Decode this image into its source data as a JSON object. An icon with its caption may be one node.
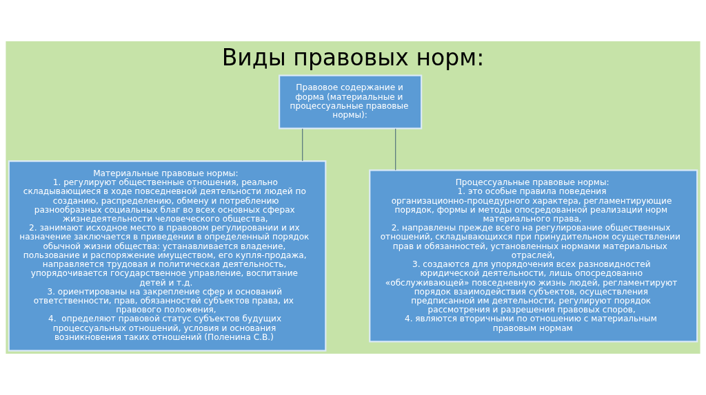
{
  "diagram": {
    "title": "Виды правовых норм:",
    "nodes": [
      {
        "text": [
          "Правовое содержание и форма (материальные и процессуальные правовые нормы):"
        ]
      },
      {
        "text": [
          "Материальные правовые нормы:",
          "1. регулируют общественные отношения, реально складывающиеся в ходе повседневной деятельности людей по созданию, распределению, обмену и потреблению разнообразных социальных благ во всех основных сферах жизнедеятельности человеческого общества,",
          "2. занимают исходное место в правовом регулировании и их назначение заключается в приведении в определенный порядок обычной жизни общества: устанавливается владение, пользование и распоряжение имуществом, его купля-продажа, направляется трудовая и политическая деятельность, упорядочивается государственное управление, воспитание детей и т.д.",
          "3. ориентированы на закрепление сфер и оснований ответственности, прав, обязанностей субъектов права, их правового положения,",
          "4.  определяют правовой статус субъектов будущих процессуальных отношений, условия и основания возникновения таких отношений (Поленина С.В.)"
        ]
      },
      {
        "text": [
          "Процессуальные правовые нормы:",
          "1. это особые правила поведения организационно-процедурного характера, регламентирующие порядок, формы и методы опосредованной реализации норм материального права,",
          "2. направлены прежде всего на регулирование общественных отношений, складывающихся при принудительном осуществлении прав и обязанностей, установленных нормами материальных отраслей,",
          "3. создаются для упорядочения всех разновидностей юридической деятельности, лишь опосредованно «обслуживающей» повседневную жизнь людей, регламентируют порядок взаимодействия субъектов, осуществления предписанной им деятельности, регулируют порядок рассмотрения и разрешения правовых споров,",
          "4. являются вторичными по отношению с материальным правовым нормам"
        ]
      }
    ],
    "edges": [
      {
        "from": 0,
        "to": 1,
        "arrow": "none"
      },
      {
        "from": 0,
        "to": 2,
        "arrow": "none"
      }
    ]
  }
}
